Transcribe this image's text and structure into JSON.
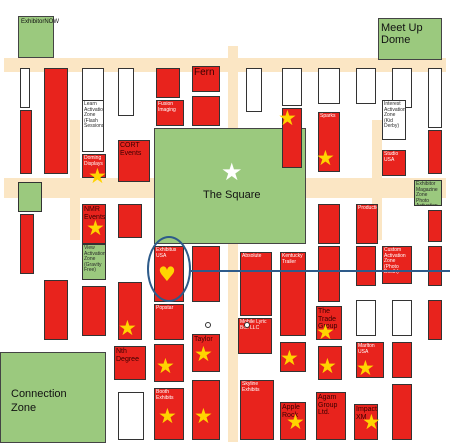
{
  "zones": {
    "exhibitor_now": "ExhibitorNOW",
    "meet_up_dome": "Meet Up Dome",
    "the_square": "The Square",
    "connection_zone": "Connection Zone"
  },
  "booths": {
    "fern": "Fern",
    "fusion_imaging": "Fusion Imaging",
    "cort_events": "CORT Events",
    "nmr_events": "NMR Events",
    "view_activation_zone": "View Activation Zone (Gravity Free)",
    "exhibitus_usa": "Exhibitus USA",
    "popstar": "Popstar",
    "taylor": "Taylor",
    "nth_degree": "Nth Degree",
    "skyline_exhibits": "Skyline Exhibits",
    "apple_rock": "Apple Rock",
    "agam_group": "Agam Group Ltd.",
    "impact_xm": "Impact XM",
    "the_trade_group": "The Trade Group",
    "marlton_usa": "Marlton USA",
    "studio_usa": "Studio USA",
    "mobile_lyric_box": "Mobile Lyric Box LLC",
    "productions": "Productions",
    "leam_activation": "Learn Activation Zone (Flash Sessions)",
    "absolute": "Absolute",
    "kentucky_trailer": "Kentucky Trailer",
    "sparks": "Sparks",
    "giant_display": "Doming Displays",
    "interest_activation": "Interest Activation Zone (Kid Derby)",
    "exhibitor_magazine": "Exhibitor Magazine Zone Photo Activation",
    "custom_activation": "Custom Activation Zone (Photo Booth)",
    "booth_exhibits": "Booth Exhibits"
  },
  "colors": {
    "booth_red": "#e8231d",
    "zone_green": "#9bc97e",
    "aisle": "#fbe6c4",
    "star": "#ffd400",
    "highlight_ring": "#2e5b8a"
  },
  "icons": {
    "sponsor_marker": "star-icon",
    "favorite_marker": "heart-icon",
    "square_marker": "white-star-icon"
  }
}
